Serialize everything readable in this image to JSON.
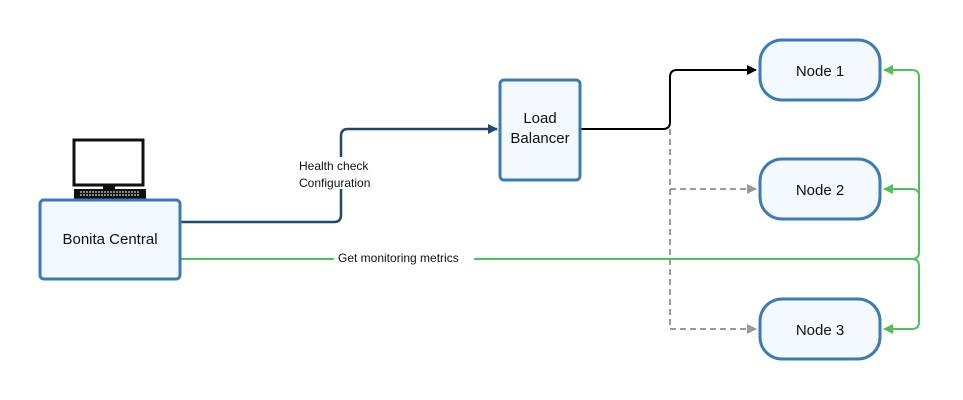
{
  "nodes": {
    "bonita_central": "Bonita Central",
    "load_balancer_line1": "Load",
    "load_balancer_line2": "Balancer",
    "node1": "Node 1",
    "node2": "Node 2",
    "node3": "Node 3"
  },
  "edges": {
    "health_check_line1": "Health check",
    "health_check_line2": "Configuration",
    "monitoring": "Get monitoring metrics"
  },
  "colors": {
    "box_stroke": "#3d7bb5",
    "box_fill": "#f3f9ff",
    "dark_edge": "#1f4870",
    "black_edge": "#000000",
    "dashed_edge": "#9a9a9a",
    "green_edge": "#4ec15a"
  }
}
